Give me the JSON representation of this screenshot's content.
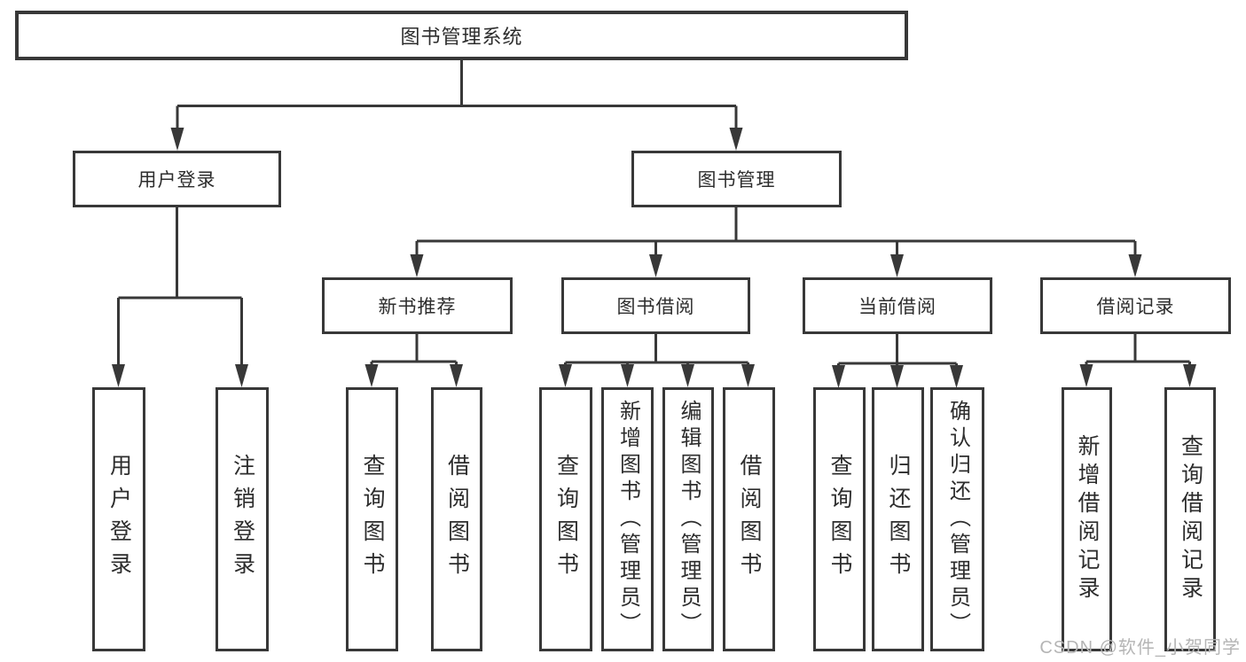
{
  "style": {
    "background": "#ffffff",
    "line_color": "#383838",
    "text_color": "#2d2d2d",
    "watermark_color": "#b5b5b5"
  },
  "diagram": {
    "type": "hierarchy-tree",
    "root": {
      "label": "图书管理系统"
    },
    "branches": [
      {
        "label": "用户登录",
        "children": [
          {
            "label": "用户登录"
          },
          {
            "label": "注销登录"
          }
        ]
      },
      {
        "label": "图书管理",
        "sections": [
          {
            "label": "新书推荐",
            "children": [
              {
                "label": "查询图书"
              },
              {
                "label": "借阅图书"
              }
            ]
          },
          {
            "label": "图书借阅",
            "children": [
              {
                "label": "查询图书"
              },
              {
                "label": "新增图书（管理员）"
              },
              {
                "label": "编辑图书（管理员）"
              },
              {
                "label": "借阅图书"
              }
            ]
          },
          {
            "label": "当前借阅",
            "children": [
              {
                "label": "查询图书"
              },
              {
                "label": "归还图书"
              },
              {
                "label": "确认归还（管理员）"
              }
            ]
          },
          {
            "label": "借阅记录",
            "children": [
              {
                "label": "新增借阅记录"
              },
              {
                "label": "查询借阅记录"
              }
            ]
          }
        ]
      }
    ]
  },
  "watermark": {
    "text": "CSDN @软件_小贺同学"
  }
}
